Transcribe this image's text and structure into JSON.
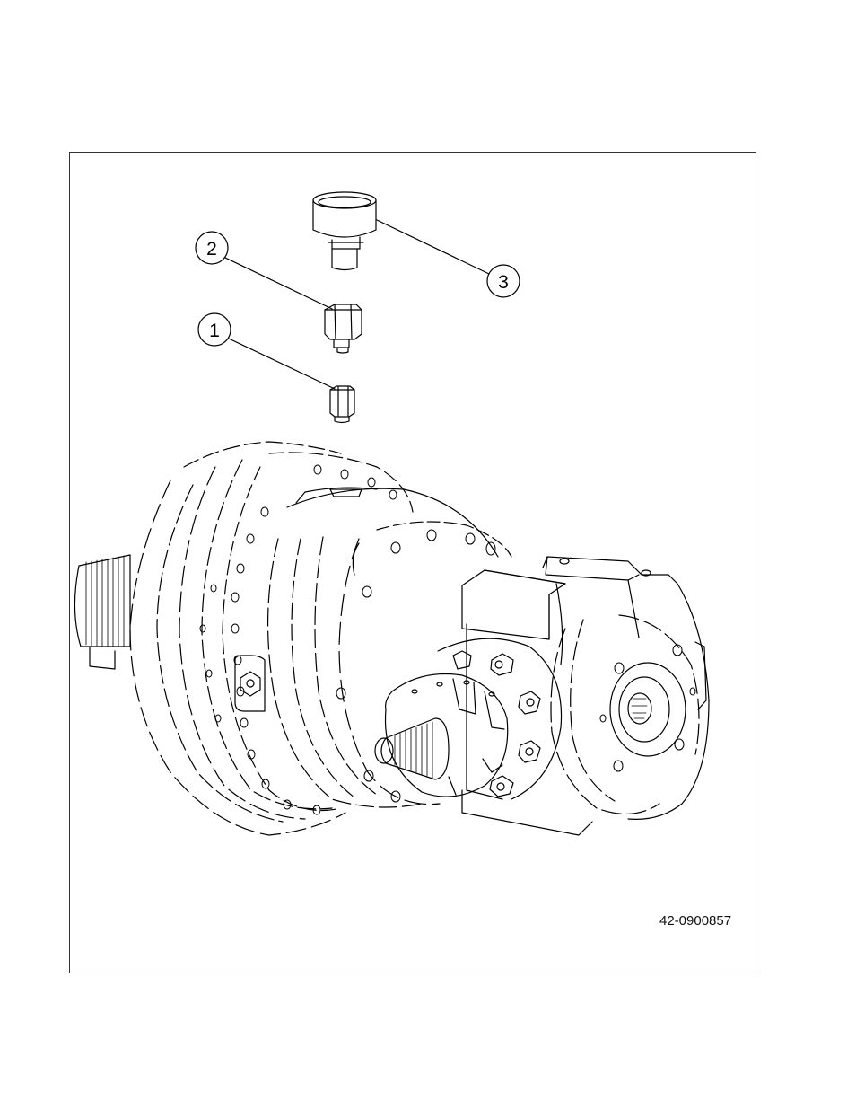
{
  "figure": {
    "id": "42-0900857",
    "callouts": [
      {
        "label": "1",
        "part": "small-fitting"
      },
      {
        "label": "2",
        "part": "adapter-fitting"
      },
      {
        "label": "3",
        "part": "plug-cap"
      }
    ]
  }
}
